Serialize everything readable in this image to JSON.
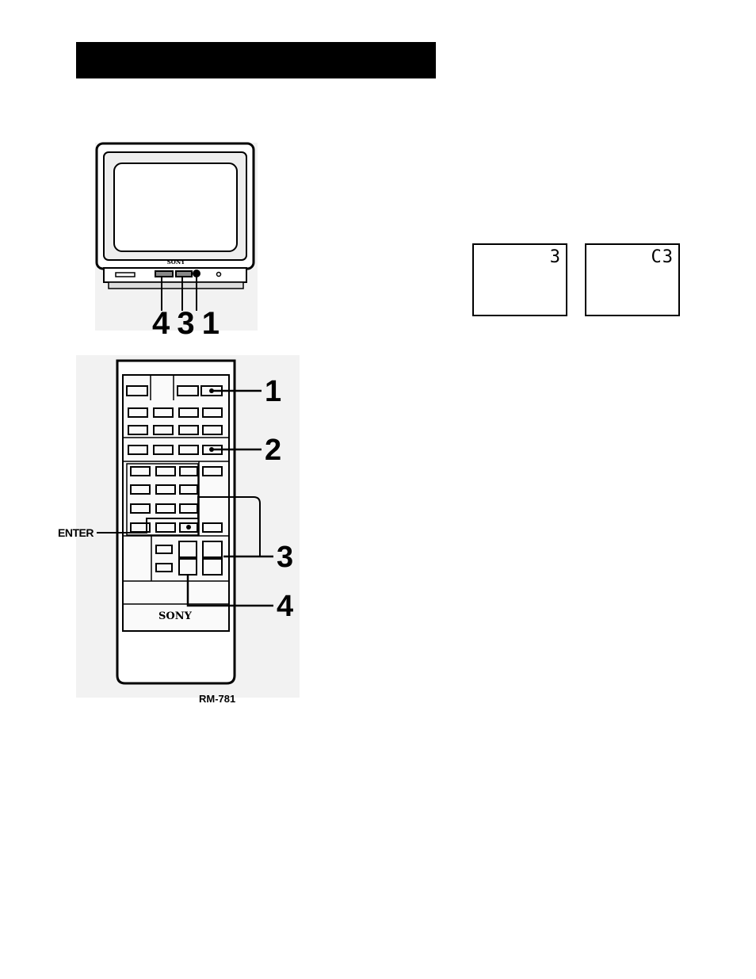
{
  "tv": {
    "brand": "SONY",
    "callouts": [
      "4",
      "3",
      "1"
    ]
  },
  "remote": {
    "brand": "SONY",
    "model": "RM-781",
    "enter_label": "ENTER",
    "steps": [
      "1",
      "2",
      "3",
      "4"
    ]
  },
  "osd_screens": [
    {
      "channel": "3"
    },
    {
      "channel": "C3"
    }
  ]
}
